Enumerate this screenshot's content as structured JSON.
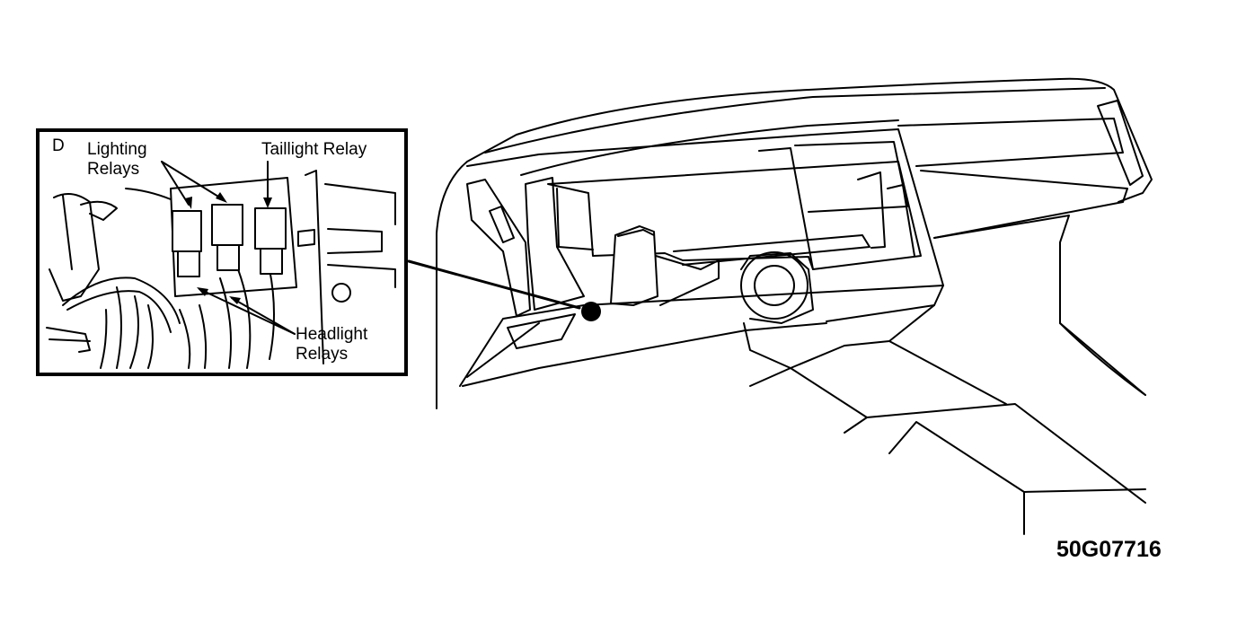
{
  "inset": {
    "letter": "D",
    "callouts": {
      "lighting": [
        "Lighting",
        "Relays"
      ],
      "taillight": "Taillight Relay",
      "headlight": [
        "Headlight",
        "Relays"
      ]
    }
  },
  "figure_code": "50G07716",
  "colors": {
    "ink": "#000000",
    "paper": "#ffffff"
  }
}
